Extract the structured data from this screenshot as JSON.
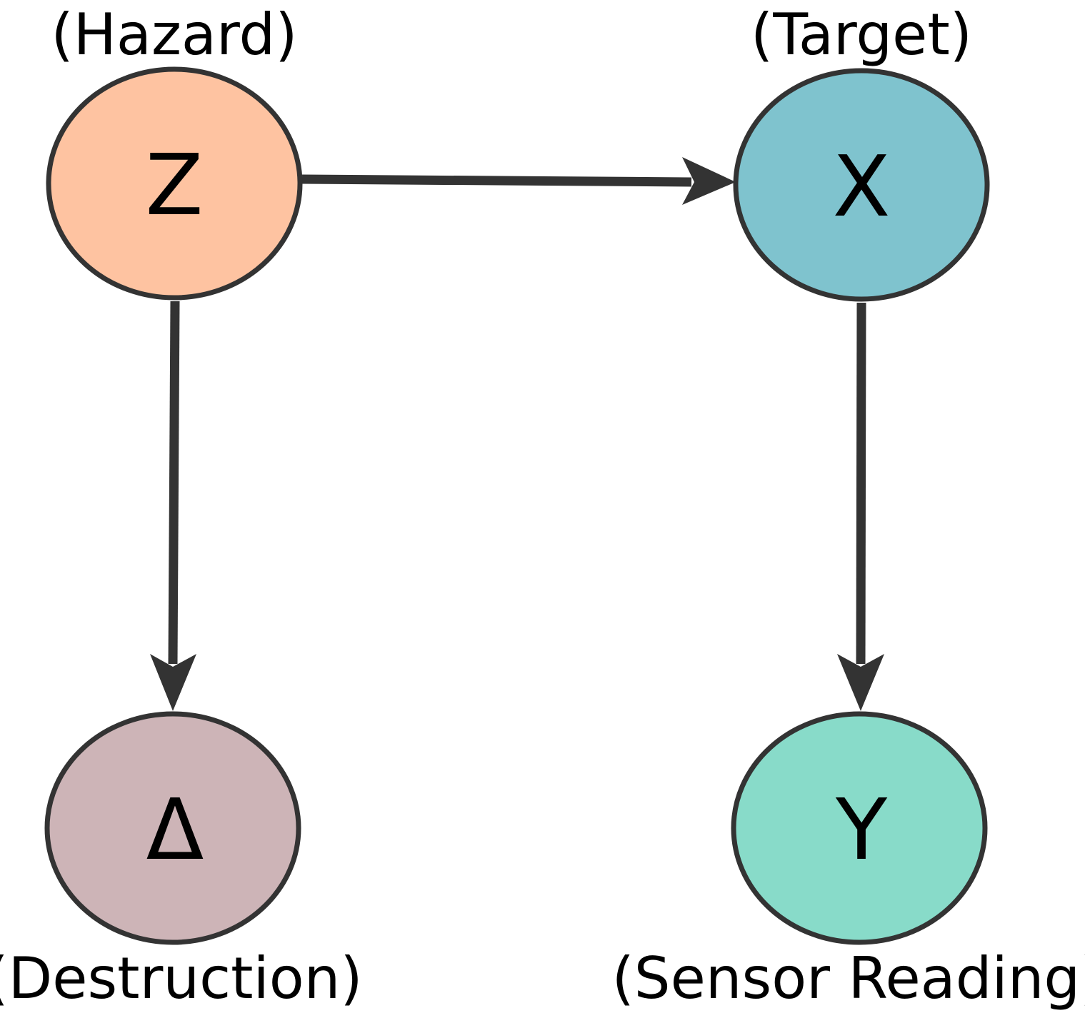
{
  "nodes": {
    "z": {
      "symbol": "Z",
      "caption": "(Hazard)",
      "fill": "#fec3a1"
    },
    "x": {
      "symbol": "X",
      "caption": "(Target)",
      "fill": "#7fc3ce"
    },
    "delta": {
      "symbol": "Δ",
      "caption": "(Destruction)",
      "fill": "#cdb4b7"
    },
    "y": {
      "symbol": "Y",
      "caption": "(Sensor Reading)",
      "fill": "#88dbc9"
    }
  },
  "edges": [
    {
      "from": "Z",
      "to": "X"
    },
    {
      "from": "Z",
      "to": "Δ"
    },
    {
      "from": "X",
      "to": "Y"
    }
  ],
  "colors": {
    "stroke": "#333333"
  }
}
